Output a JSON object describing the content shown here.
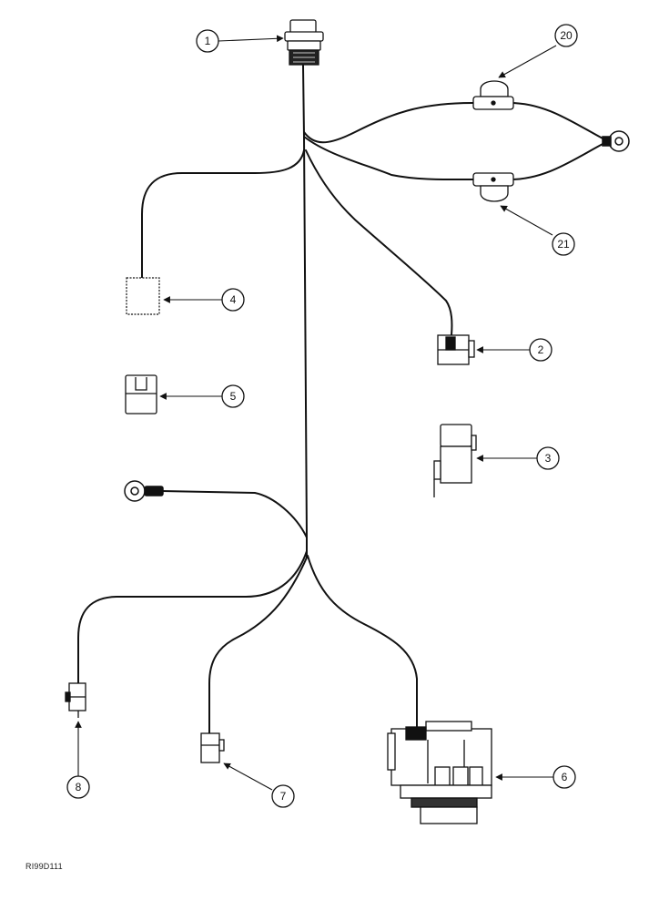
{
  "figure": {
    "reference_code": "RI99D111",
    "callouts": [
      {
        "id": "c1",
        "label": "1"
      },
      {
        "id": "c20",
        "label": "20"
      },
      {
        "id": "c21",
        "label": "21"
      },
      {
        "id": "c4",
        "label": "4"
      },
      {
        "id": "c2",
        "label": "2"
      },
      {
        "id": "c5",
        "label": "5"
      },
      {
        "id": "c3",
        "label": "3"
      },
      {
        "id": "c8",
        "label": "8"
      },
      {
        "id": "c7",
        "label": "7"
      },
      {
        "id": "c6",
        "label": "6"
      }
    ]
  }
}
